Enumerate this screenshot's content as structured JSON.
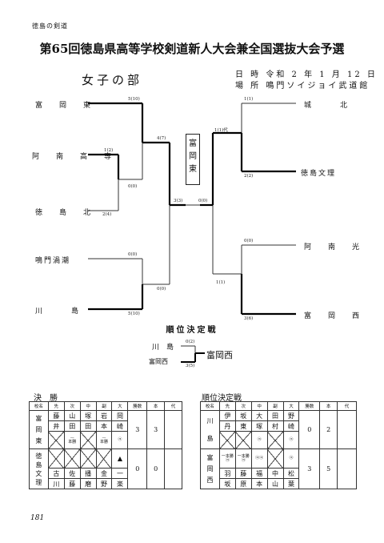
{
  "header": {
    "series": "徳島の剣道",
    "title": "第65回徳島県高等学校剣道新人大会兼全国選抜大会予選",
    "section": "女子の部",
    "date_label": "日 時 令和 2 年 1 月 12 日",
    "venue_label": "場 所 鳴門ソイジョイ武道館"
  },
  "bracket": {
    "left_teams": [
      "富　岡　東",
      "阿　南　高　専",
      "徳　島　北",
      "鳴門渦潮",
      "川　　島"
    ],
    "right_teams": [
      "城　　北",
      "徳島文理",
      "阿　南　光",
      "富　岡　西"
    ],
    "scores": {
      "s1": "5(10)",
      "s2": "1(2)",
      "s3": "0(0)",
      "s4": "2(4)",
      "s5": "4(7)",
      "s6": "0(0)",
      "s7": "0(0)",
      "s8": "5(10)",
      "s9": "3(3)",
      "s10": "0(0)",
      "s11": "1(1)",
      "s12": "1(1)代",
      "s13": "2(2)",
      "s14": "0(0)",
      "s15": "1(1)",
      "s16": "3(6)"
    },
    "winner": [
      "富",
      "岡",
      "東"
    ]
  },
  "ranking": {
    "title": "順位決定戦",
    "team_a": "川　島",
    "team_b": "富岡西",
    "score_a": "0(2)",
    "score_b": "3(5)",
    "winner": "富岡西"
  },
  "final_table": {
    "title": "決　勝",
    "headers": [
      "校名",
      "先",
      "次",
      "中",
      "副",
      "大",
      "勝数",
      "本",
      "代"
    ],
    "team1": {
      "name": [
        "富",
        "岡",
        "東"
      ],
      "row1": [
        "藤",
        "山",
        "塚",
        "岩",
        "岡"
      ],
      "row2": [
        "井",
        "田",
        "田",
        "本",
        "崎"
      ],
      "marks": [
        "",
        "—",
        "",
        "—",
        "㋙"
      ],
      "marks_small": [
        "",
        "本勝",
        "",
        "本勝",
        ""
      ],
      "wins": "3",
      "points": "3"
    },
    "team2": {
      "name": [
        "徳",
        "島",
        "文",
        "理"
      ],
      "row1": [
        "古",
        "佐",
        "播",
        "金",
        "一"
      ],
      "row2": [
        "川",
        "藤",
        "磨",
        "野",
        "楽"
      ],
      "top_mark": "▲",
      "wins": "0",
      "points": "0"
    }
  },
  "rank_table": {
    "title": "順位決定戦",
    "headers": [
      "校名",
      "先",
      "次",
      "中",
      "副",
      "大",
      "勝数",
      "本",
      "代"
    ],
    "team1": {
      "name": [
        "川",
        "島"
      ],
      "row1": [
        "伊",
        "坂",
        "大",
        "田",
        "野"
      ],
      "row2": [
        "丹",
        "東",
        "塚",
        "村",
        "崎"
      ],
      "marks": [
        "",
        "",
        "㋙",
        "",
        "㋙"
      ],
      "wins": "0",
      "points": "2"
    },
    "team2": {
      "name": [
        "富",
        "岡",
        "西"
      ],
      "row1": [
        "羽",
        "藤",
        "福",
        "中",
        "松"
      ],
      "row2": [
        "坂",
        "原",
        "本",
        "山",
        "葉"
      ],
      "marks": [
        "一本勝㋙",
        "一本勝㋙",
        "㋙㋙",
        "",
        "㋙"
      ],
      "wins": "3",
      "points": "5"
    }
  },
  "page_number": "181"
}
